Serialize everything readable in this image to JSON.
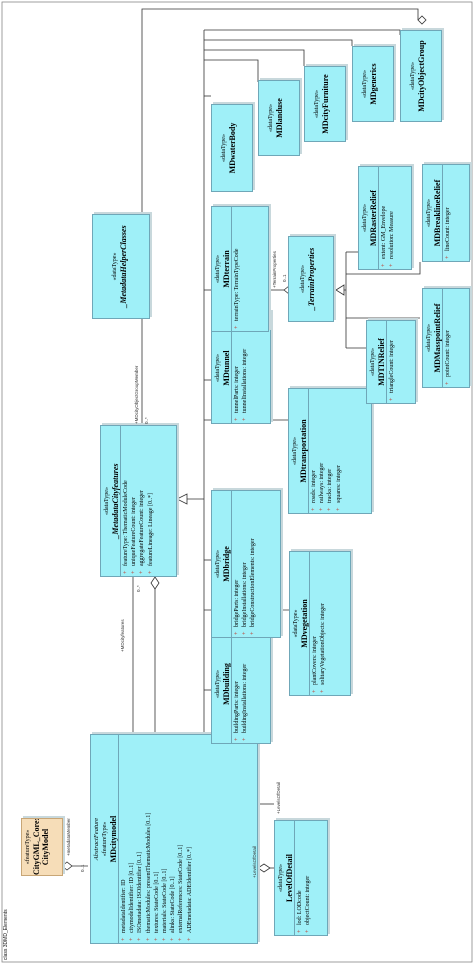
{
  "frame_title": "class 3DMD_Elements",
  "classes": {
    "citymodel_core": {
      "stereotype": "«featureType»",
      "name_line1": "CityGML_Core::",
      "name_line2": "CityModel"
    },
    "mdcitymodel": {
      "stereotype_italic": "AbstractFeature",
      "stereotype": "«featureType»",
      "name": "MDcitymodel",
      "attrs": [
        "metadataIdentifier: ID",
        "citymodelIdentifier: ID [0..1]",
        "ISOmetadata: ISOIdentifier [0..1]",
        "thematicModules: presentThematicModules [0..1]",
        "textures: StateCode [0..1]",
        "materials: StateCode [0..1]",
        "alinks: StateCode [0..1]",
        "externalReferences: StateCode [0..1]",
        "ADEmetadata: ADEIdentifier [0..*]"
      ]
    },
    "levelofdetail": {
      "stereotype": "«dataType»",
      "name_line1": "LevelOfDetail",
      "attrs": [
        "lod: LODcode",
        "objectCount: integer"
      ]
    },
    "metadatacityfeatures": {
      "stereotype": "«dataType»",
      "name": "_MetadataCityfeatures",
      "attrs": [
        "featureType: ThematicModuleCode",
        "uniqueFeatureCount: integer",
        "aggregateFeatureCount: integer",
        "featureLineage: Lineage [0..*]"
      ]
    },
    "metadatahelper": {
      "stereotype": "«dataType»",
      "name": "_MetadataHelperClasses"
    },
    "mdbuilding": {
      "stereotype": "«dataType»",
      "name": "MDbuilding",
      "attrs": [
        "buildingParts: integer",
        "buildingInstallations: integer"
      ]
    },
    "mdvegetation": {
      "stereotype": "«dataType»",
      "name": "MDvegetation",
      "attrs": [
        "plantCovers: integer",
        "solitaryVegetationObjects: integer"
      ]
    },
    "mdbridge": {
      "stereotype": "«dataType»",
      "name": "MDbridge",
      "attrs": [
        "bridgeParts: integer",
        "bridgeInstallations: integer",
        "bridgeConstructionElements: integer"
      ]
    },
    "mdtransportation": {
      "stereotype": "«dataType»",
      "name": "MDtransportation",
      "attrs": [
        "roads: integer",
        "railways: integer",
        "tracks: integer",
        "squares: integer"
      ]
    },
    "mdtunnel": {
      "stereotype": "«dataType»",
      "name": "MDtunnel",
      "attrs": [
        "tunnelParts: integer",
        "tunnelInstallations: integer"
      ]
    },
    "mdterrain": {
      "stereotype": "«dataType»",
      "name": "MDterrain",
      "attrs": [
        "terrainType: TerrainTypeCode"
      ]
    },
    "terrainproperties": {
      "stereotype": "«dataType»",
      "name": "_TerrainProperties"
    },
    "mdtinrelief": {
      "stereotype": "«dataType»",
      "name": "MDTINRelief",
      "attrs": [
        "triangleCount: integer"
      ]
    },
    "mdmasspointrelief": {
      "stereotype": "«dataType»",
      "name": "MDMasspointRelief",
      "attrs": [
        "pointCount: integer"
      ]
    },
    "mdbreaklinerelief": {
      "stereotype": "«dataType»",
      "name": "MDBreaklineRelief",
      "attrs": [
        "lineCount: integer"
      ]
    },
    "mdrasterrelief": {
      "stereotype": "«dataType»",
      "name": "MDRasterRelief",
      "attrs": [
        "extent: GM_Envelope",
        "resolution: Measure"
      ]
    },
    "mdwaterbody": {
      "stereotype": "«dataType»",
      "name": "MDwaterBody"
    },
    "mdlanduse": {
      "stereotype": "«dataType»",
      "name": "MDlanduse"
    },
    "mdcityfurniture": {
      "stereotype": "«dataType»",
      "name": "MDcityFurniture"
    },
    "mdgenerics": {
      "stereotype": "«dataType»",
      "name": "MDgenerics"
    },
    "mdcityobjectgroup": {
      "stereotype": "«dataType»",
      "name": "MDcityObjectGroup"
    }
  },
  "assoc_labels": {
    "metadata_member": "+metadataMember",
    "metadata_member_mult": "0..1",
    "levels_of_detail": "+LevelsOfDetail",
    "levels_of_detail_2": "+LevelsOfDetail",
    "mdcityfeatures": "+MDcityfeatures",
    "mdcityfeatures_mult": "0..*",
    "group_member": "+MDcityObjectGroupMember",
    "group_member_mult": "0..*",
    "terrain_properties": "+TerrainProperties",
    "terrain_properties_mult": "0..1"
  }
}
